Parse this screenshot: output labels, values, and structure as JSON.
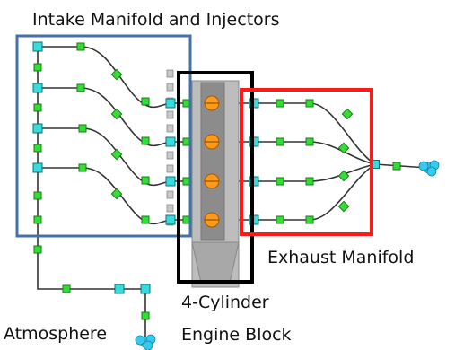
{
  "labels": {
    "intake": "Intake Manifold and Injectors",
    "exhaust": "Exhaust Manifold",
    "engine_line1": "4-Cylinder",
    "engine_line2": "Engine Block",
    "atmosphere": "Atmosphere"
  },
  "colors": {
    "intake_box": "#4472a8",
    "engine_box": "#000000",
    "exhaust_box": "#ff1a1a",
    "node_fill": "#33dd33",
    "junction_fill": "#33dddd",
    "piston_fill": "#ff9a1a",
    "block_fill": "#bdbdbd",
    "boundary_fill": "#33ccee"
  },
  "icons": {
    "pipe_node": "green-square-node-icon",
    "junction": "cyan-junction-icon",
    "cylinder": "orange-piston-icon",
    "boundary": "cloud-boundary-icon"
  }
}
